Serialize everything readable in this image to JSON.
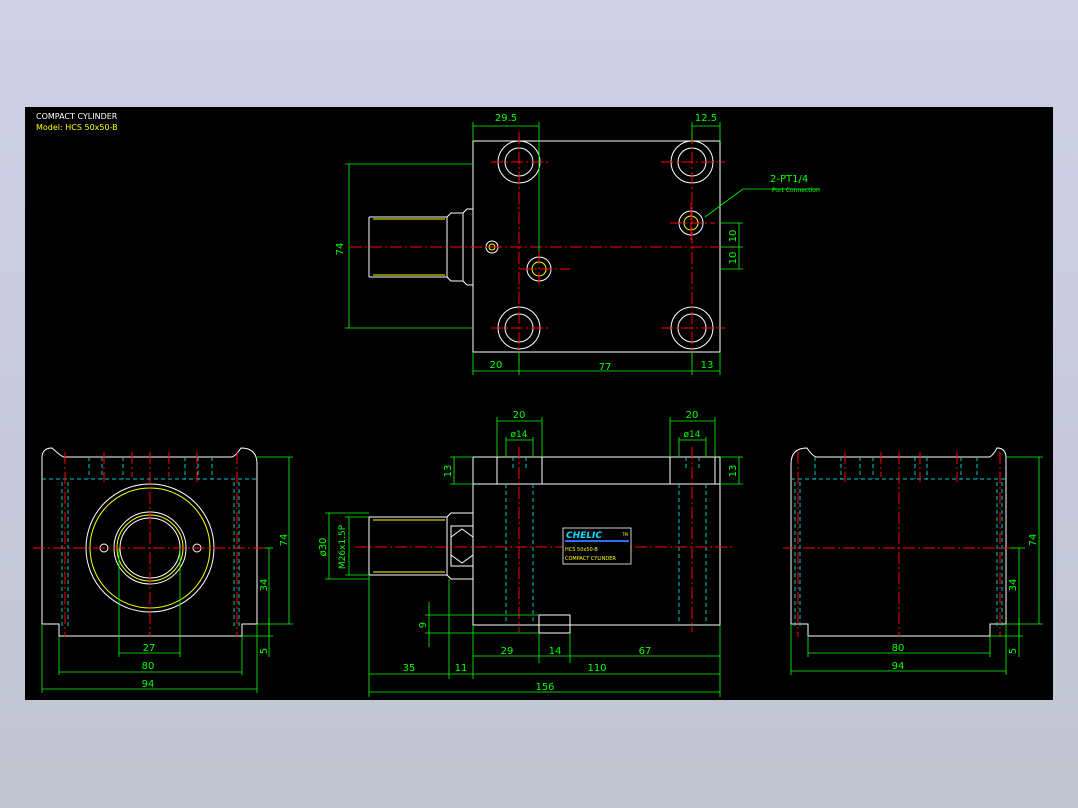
{
  "title_block": {
    "line1": "COMPACT CYLINDER",
    "line2": "Model: HCS 50x50-B"
  },
  "callouts": {
    "port_spec": "2-PT1/4",
    "port_desc": "Port Connection"
  },
  "nameplate": {
    "brand": "CHELIC",
    "mark": "TM",
    "model": "HCS 50x50-B",
    "product": "COMPACT CYLINDER"
  },
  "dimensions": {
    "top": {
      "d29_5": "29.5",
      "d12_5": "12.5",
      "d74": "74",
      "d10a": "10",
      "d10b": "10",
      "d20": "20",
      "d77": "77",
      "d13": "13"
    },
    "left": {
      "d74": "74",
      "d34": "34",
      "d5": "5",
      "d27": "27",
      "d80": "80",
      "d94": "94"
    },
    "front": {
      "d20a": "20",
      "d20b": "20",
      "phi14a": "ø14",
      "phi14b": "ø14",
      "d13a": "13",
      "d13b": "13",
      "phi30": "ø30",
      "thread": "M26x1.5P",
      "d9": "9",
      "d29": "29",
      "d14": "14",
      "d67": "67",
      "d35": "35",
      "d11": "11",
      "d110": "110",
      "d156": "156"
    },
    "right": {
      "d74": "74",
      "d34": "34",
      "d5": "5",
      "d80": "80",
      "d94": "94"
    }
  },
  "colors": {
    "background": "#000000",
    "outline": "#ffffff",
    "dimension": "#00ff00",
    "centerline": "#ff0000",
    "hidden": "#00c8c8",
    "highlight": "#ffff00",
    "label_text": "#ffff00"
  }
}
